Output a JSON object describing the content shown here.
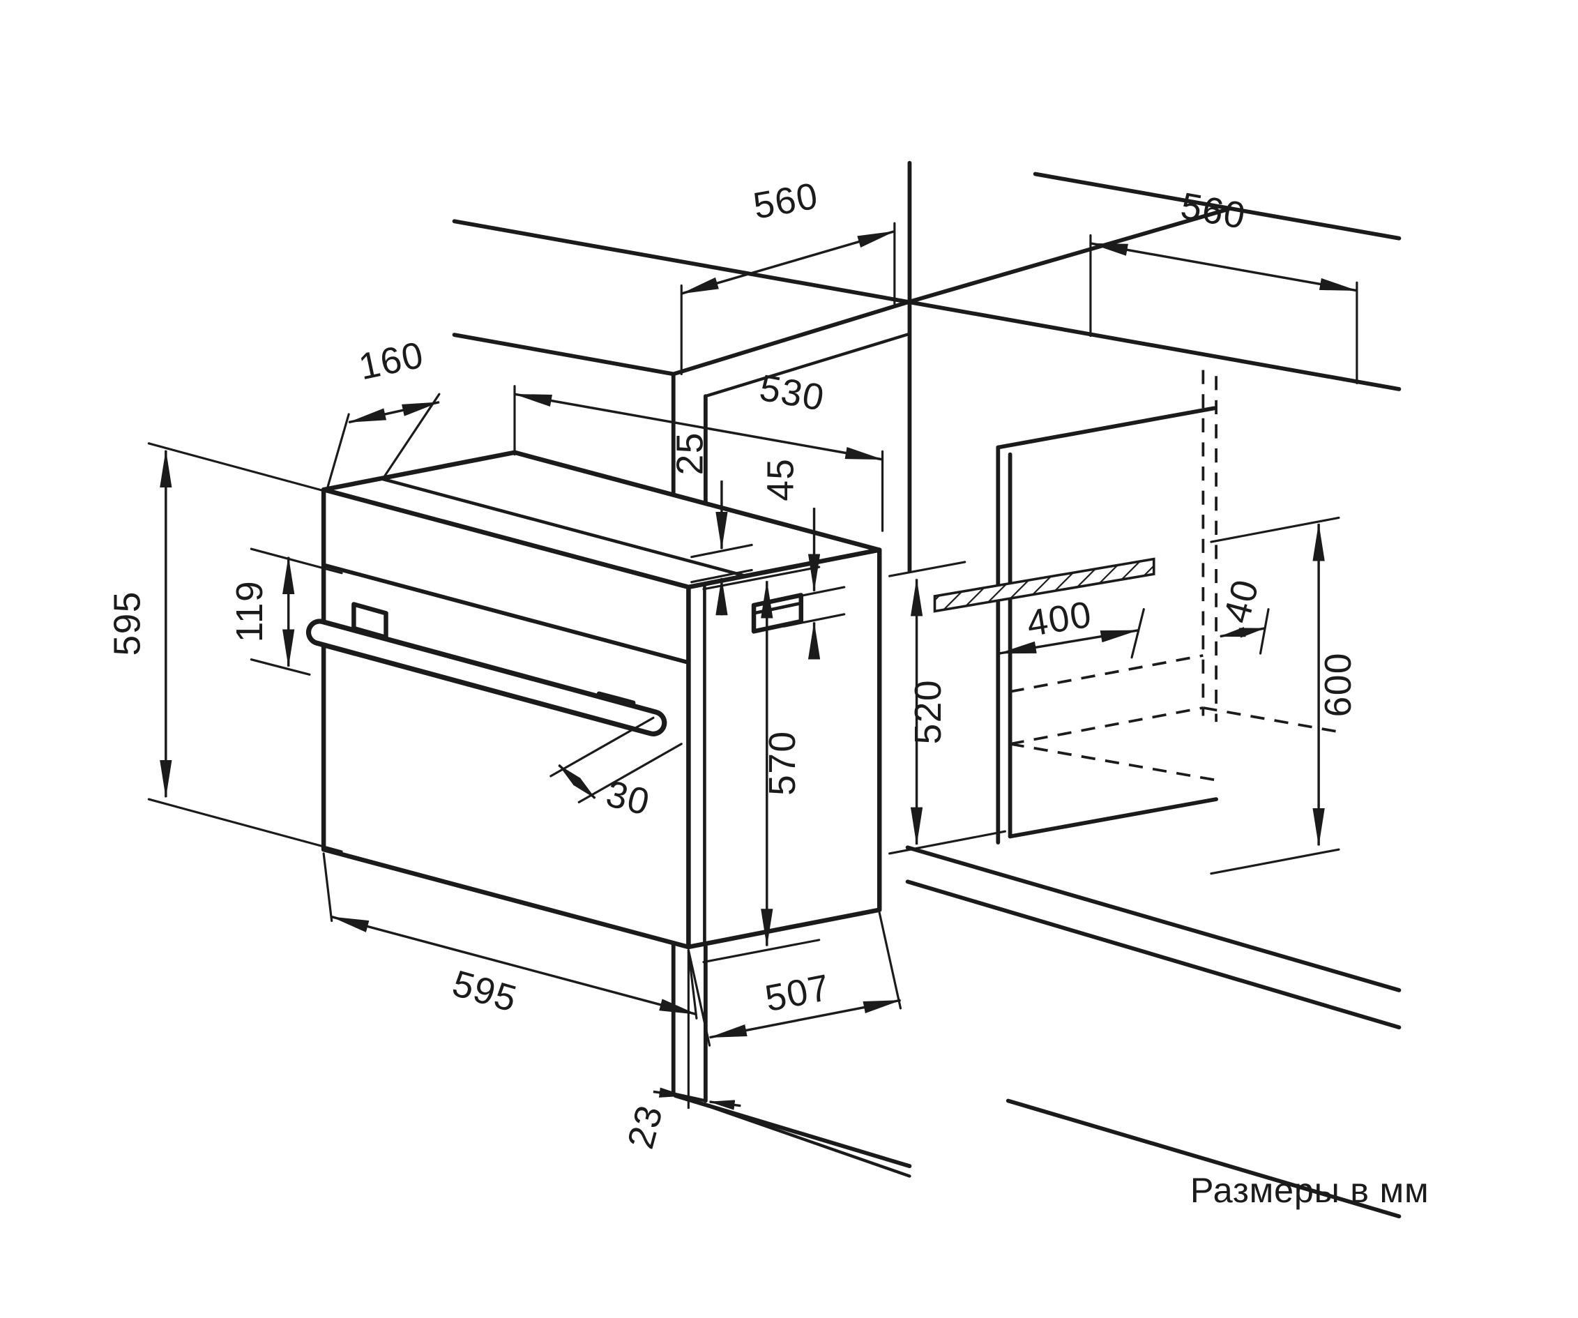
{
  "note": "Размеры в мм",
  "colors": {
    "line": "#1b1b1b",
    "bg": "#ffffff"
  },
  "dimensions": {
    "counter_depth": "560",
    "niche_width": "560",
    "top_offset": "160",
    "oven_depth_overall": "530",
    "clearance_top": "25",
    "clearance_rear_top": "45",
    "oven_height": "595",
    "panel_height": "119",
    "handle_depth": "30",
    "body_height": "570",
    "niche_clearance_height": "520",
    "vent_cutout": "400",
    "rear_gap": "40",
    "niche_height": "600",
    "oven_width": "595",
    "body_depth": "507",
    "door_overhang": "23"
  }
}
